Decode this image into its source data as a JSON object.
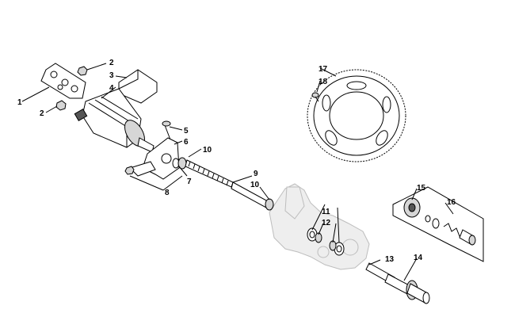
{
  "callouts": {
    "c1": "1",
    "c2a": "2",
    "c2b": "2",
    "c3": "3",
    "c4": "4",
    "c5": "5",
    "c6": "6",
    "c7": "7",
    "c8": "8",
    "c9": "9",
    "c10a": "10",
    "c10b": "10",
    "c11": "11",
    "c12": "12",
    "c13": "13",
    "c14": "14",
    "c15": "15",
    "c16": "16",
    "c17": "17",
    "c18": "18"
  }
}
